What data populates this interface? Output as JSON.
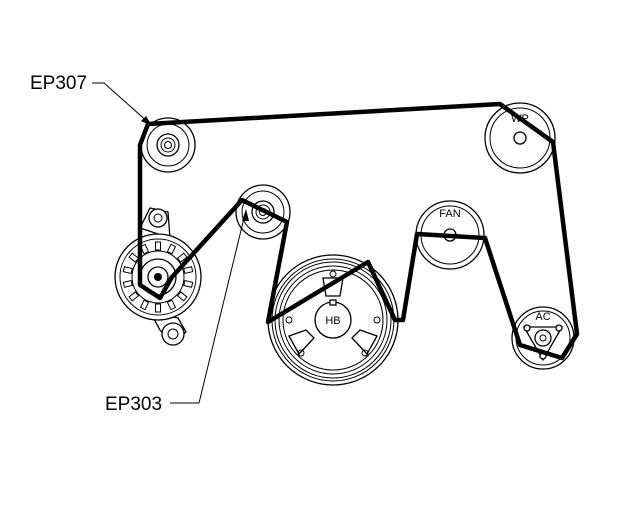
{
  "callouts": {
    "upper_idler": "EP307",
    "lower_idler": "EP303"
  },
  "pulleys": {
    "water_pump": "WP",
    "fan": "FAN",
    "harmonic_balancer": "HB",
    "air_conditioning": "AC"
  }
}
